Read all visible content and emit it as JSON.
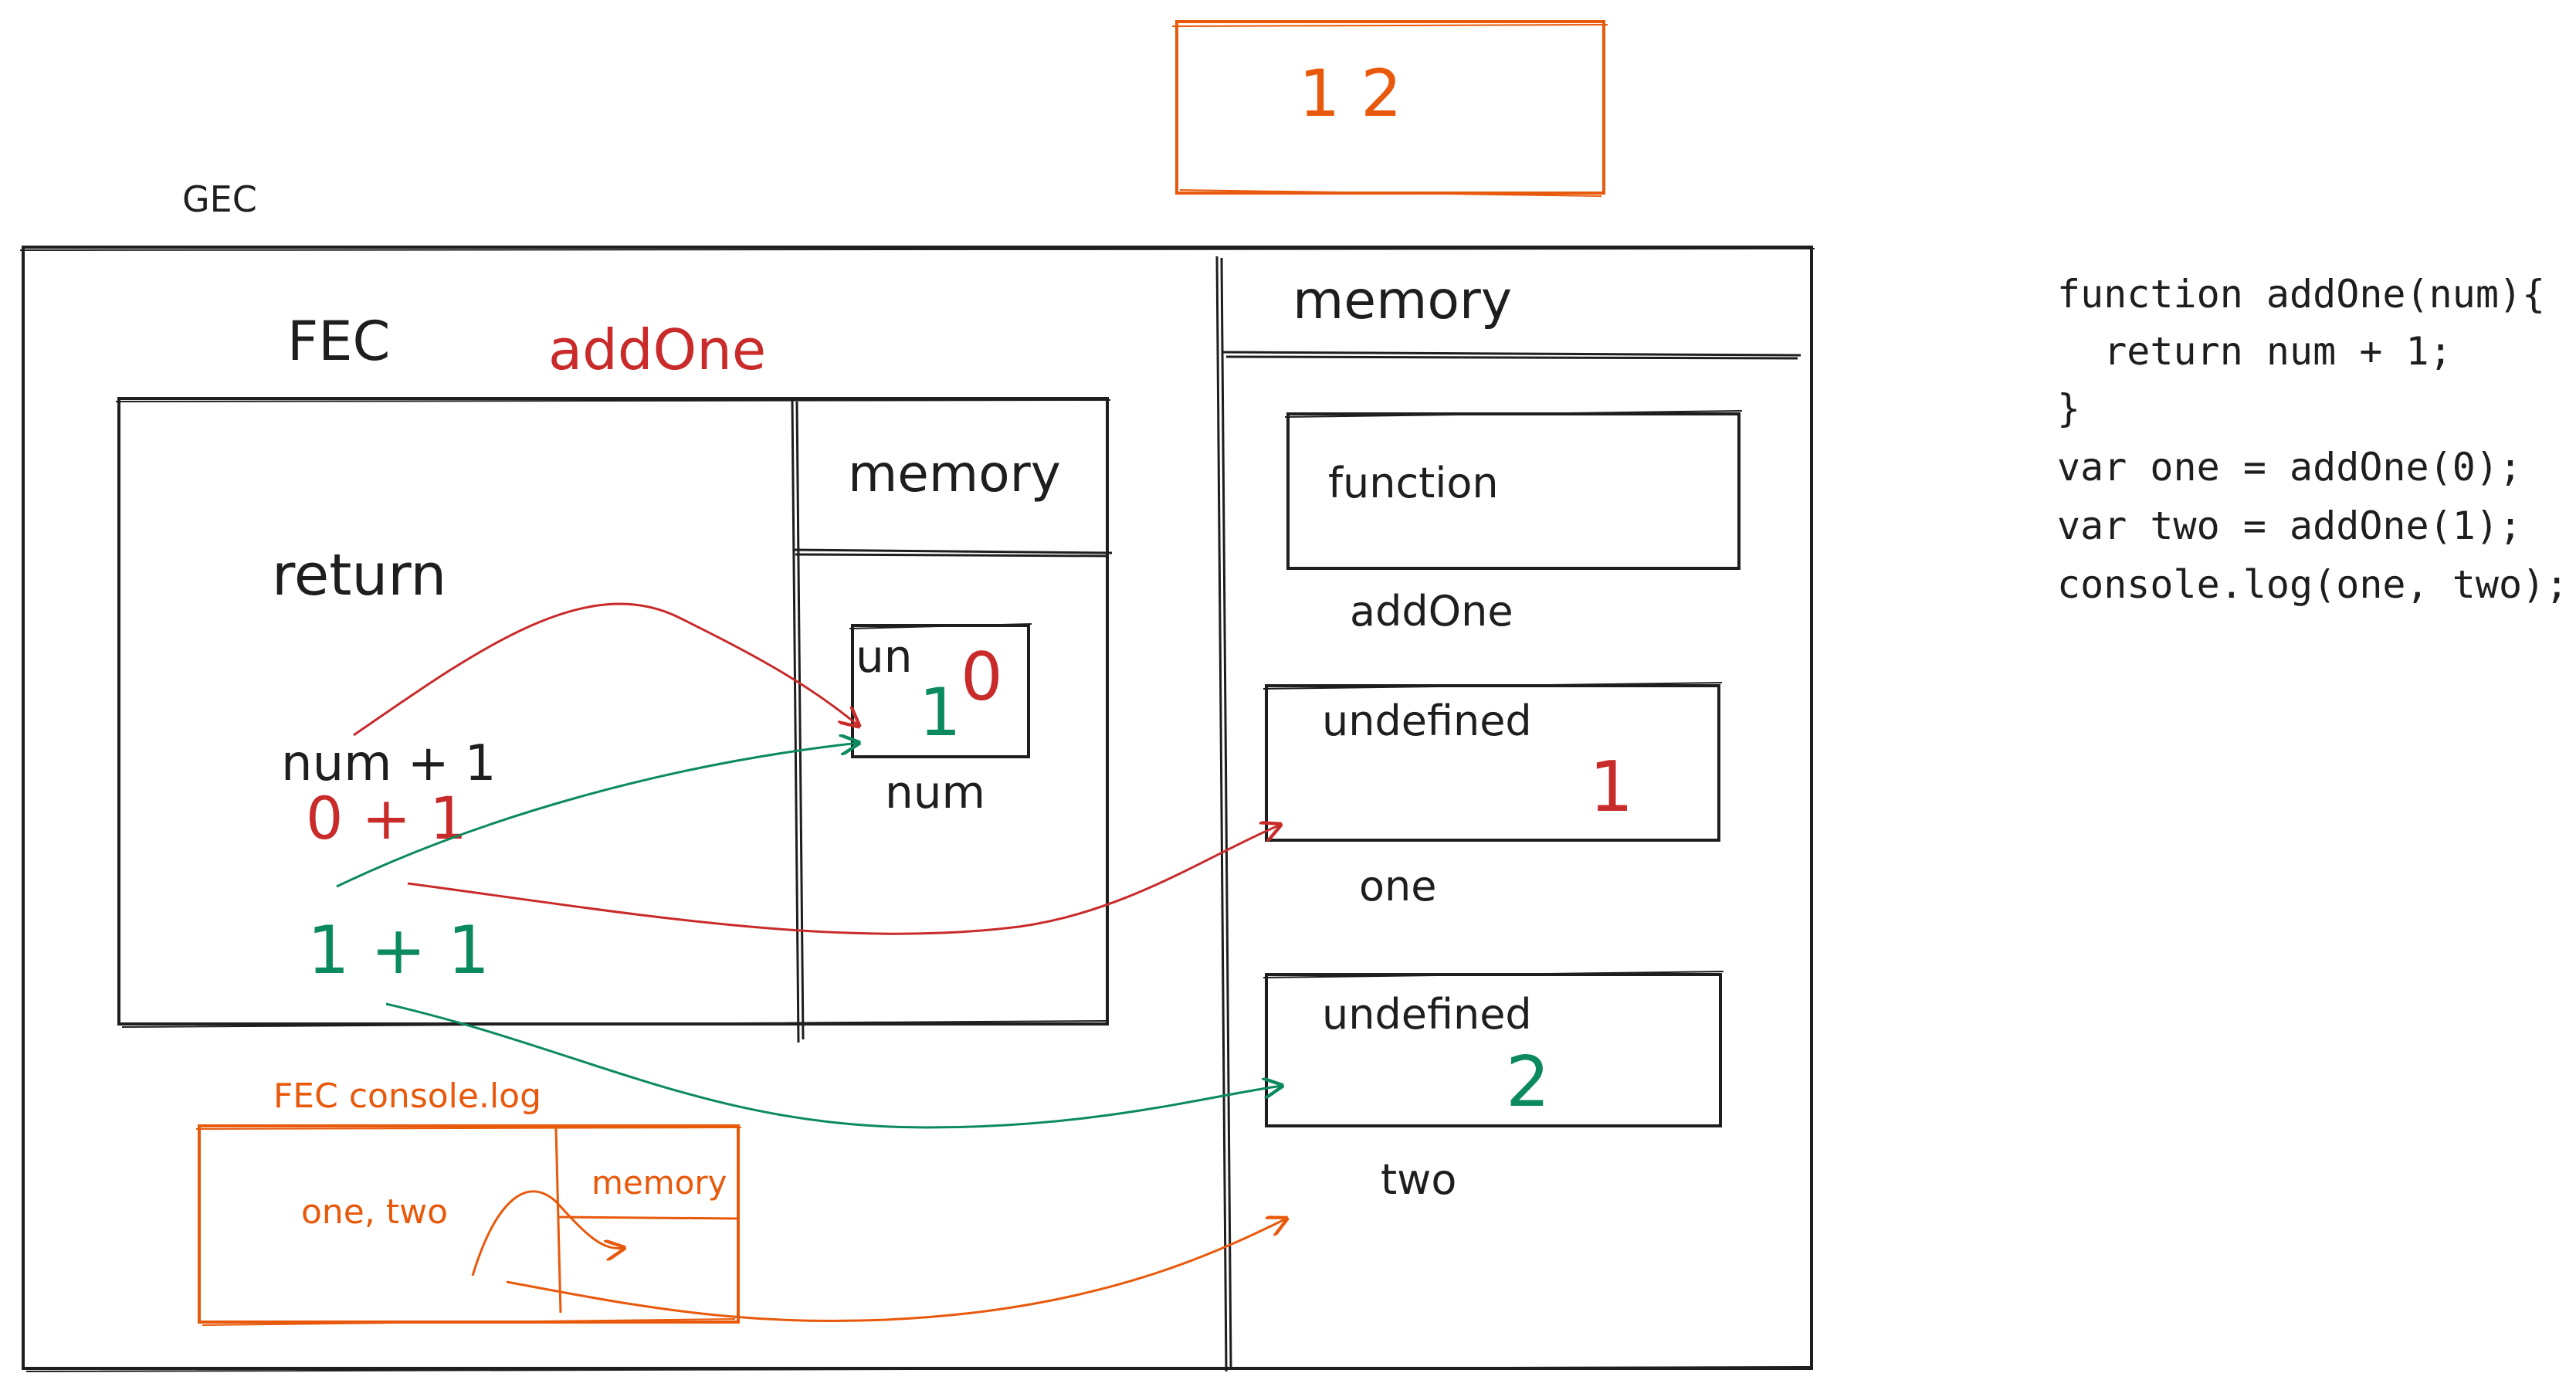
{
  "colors": {
    "ink": "#1e1e1e",
    "red": "#c92a2a",
    "green": "#0c8a5f",
    "orange": "#e8590c"
  },
  "output_box": {
    "value": "1 2"
  },
  "gec": {
    "label": "GEC"
  },
  "fec_add_one": {
    "label": "FEC",
    "function_name": "addOne",
    "return_keyword": "return",
    "expression": "num + 1",
    "first_call_expression": "0 + 1",
    "second_call_expression": "1 + 1",
    "memory": {
      "title": "memory",
      "variable_name": "num",
      "initial_value": "un",
      "first_value": "0",
      "second_value": "1"
    }
  },
  "global_memory": {
    "title": "memory",
    "function_slot": {
      "value": "function",
      "name": "addOne"
    },
    "one_slot": {
      "value": "undefined",
      "result": "1",
      "name": "one"
    },
    "two_slot": {
      "value": "undefined",
      "result": "2",
      "name": "two"
    }
  },
  "fec_console_log": {
    "label": "FEC console.log",
    "arguments": "one, two",
    "memory_title": "memory"
  },
  "code": {
    "lines": [
      "function addOne(num){",
      "  return num + 1;",
      "}",
      "var one = addOne(0);",
      "var two = addOne(1);",
      "console.log(one, two);"
    ]
  }
}
